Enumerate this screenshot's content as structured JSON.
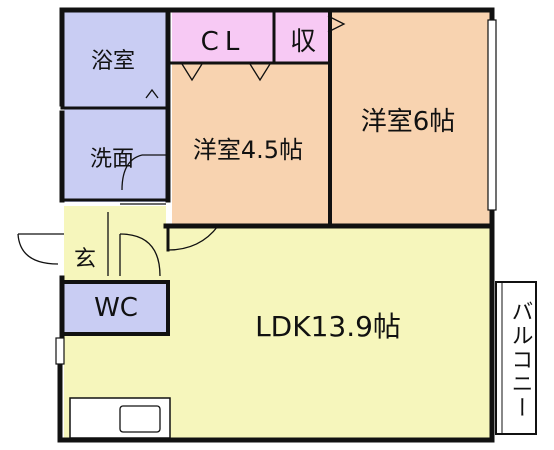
{
  "rooms": {
    "bath": "浴室",
    "washroom": "洗面",
    "closet": "CL",
    "storage": "収",
    "western_small": "洋室4.5帖",
    "western_large": "洋室6帖",
    "entrance": "玄",
    "toilet": "WC",
    "ldk": "LDK13.9帖",
    "balcony": "バルコニー"
  },
  "colors": {
    "bath": "#c9cdf3",
    "closet": "#f7c9f4",
    "western": "#f8d3b0",
    "ldk": "#f6f6bc",
    "wall": "#111111"
  }
}
